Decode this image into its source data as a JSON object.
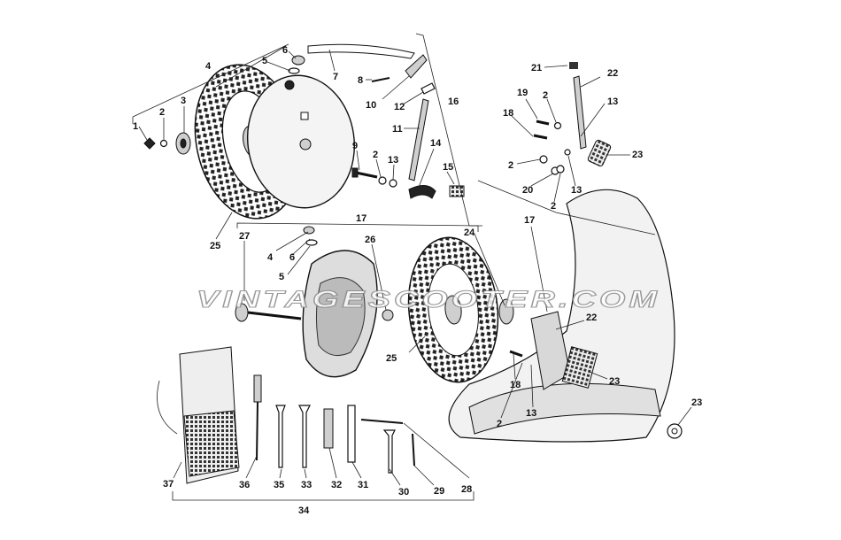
{
  "watermark": "VINTAGESCOOTER.COM",
  "part_numbers": {
    "n1": "1",
    "n2a": "2",
    "n3": "3",
    "n4a": "4",
    "n5a": "5",
    "n6a": "6",
    "n7": "7",
    "n8": "8",
    "n9": "9",
    "n2b": "2",
    "n13a": "13",
    "n10": "10",
    "n12": "12",
    "n11": "11",
    "n16": "16",
    "n14": "14",
    "n15": "15",
    "n25a": "25",
    "n21": "21",
    "n22a": "22",
    "n19": "19",
    "n2c": "2",
    "n13b": "13",
    "n18a": "18",
    "n23a": "23",
    "n2d": "2",
    "n20": "20",
    "n2e": "2",
    "n13c": "13",
    "n17a": "17",
    "n17b": "17",
    "n27": "27",
    "n4b": "4",
    "n6b": "6",
    "n5b": "5",
    "n26": "26",
    "n24": "24",
    "n22b": "22",
    "n25b": "25",
    "n18b": "18",
    "n23b": "23",
    "n2f": "2",
    "n13d": "13",
    "n23c": "23",
    "n37": "37",
    "n36": "36",
    "n35": "35",
    "n33": "33",
    "n32": "32",
    "n31": "31",
    "n30": "30",
    "n29": "29",
    "n28": "28",
    "n34": "34"
  }
}
